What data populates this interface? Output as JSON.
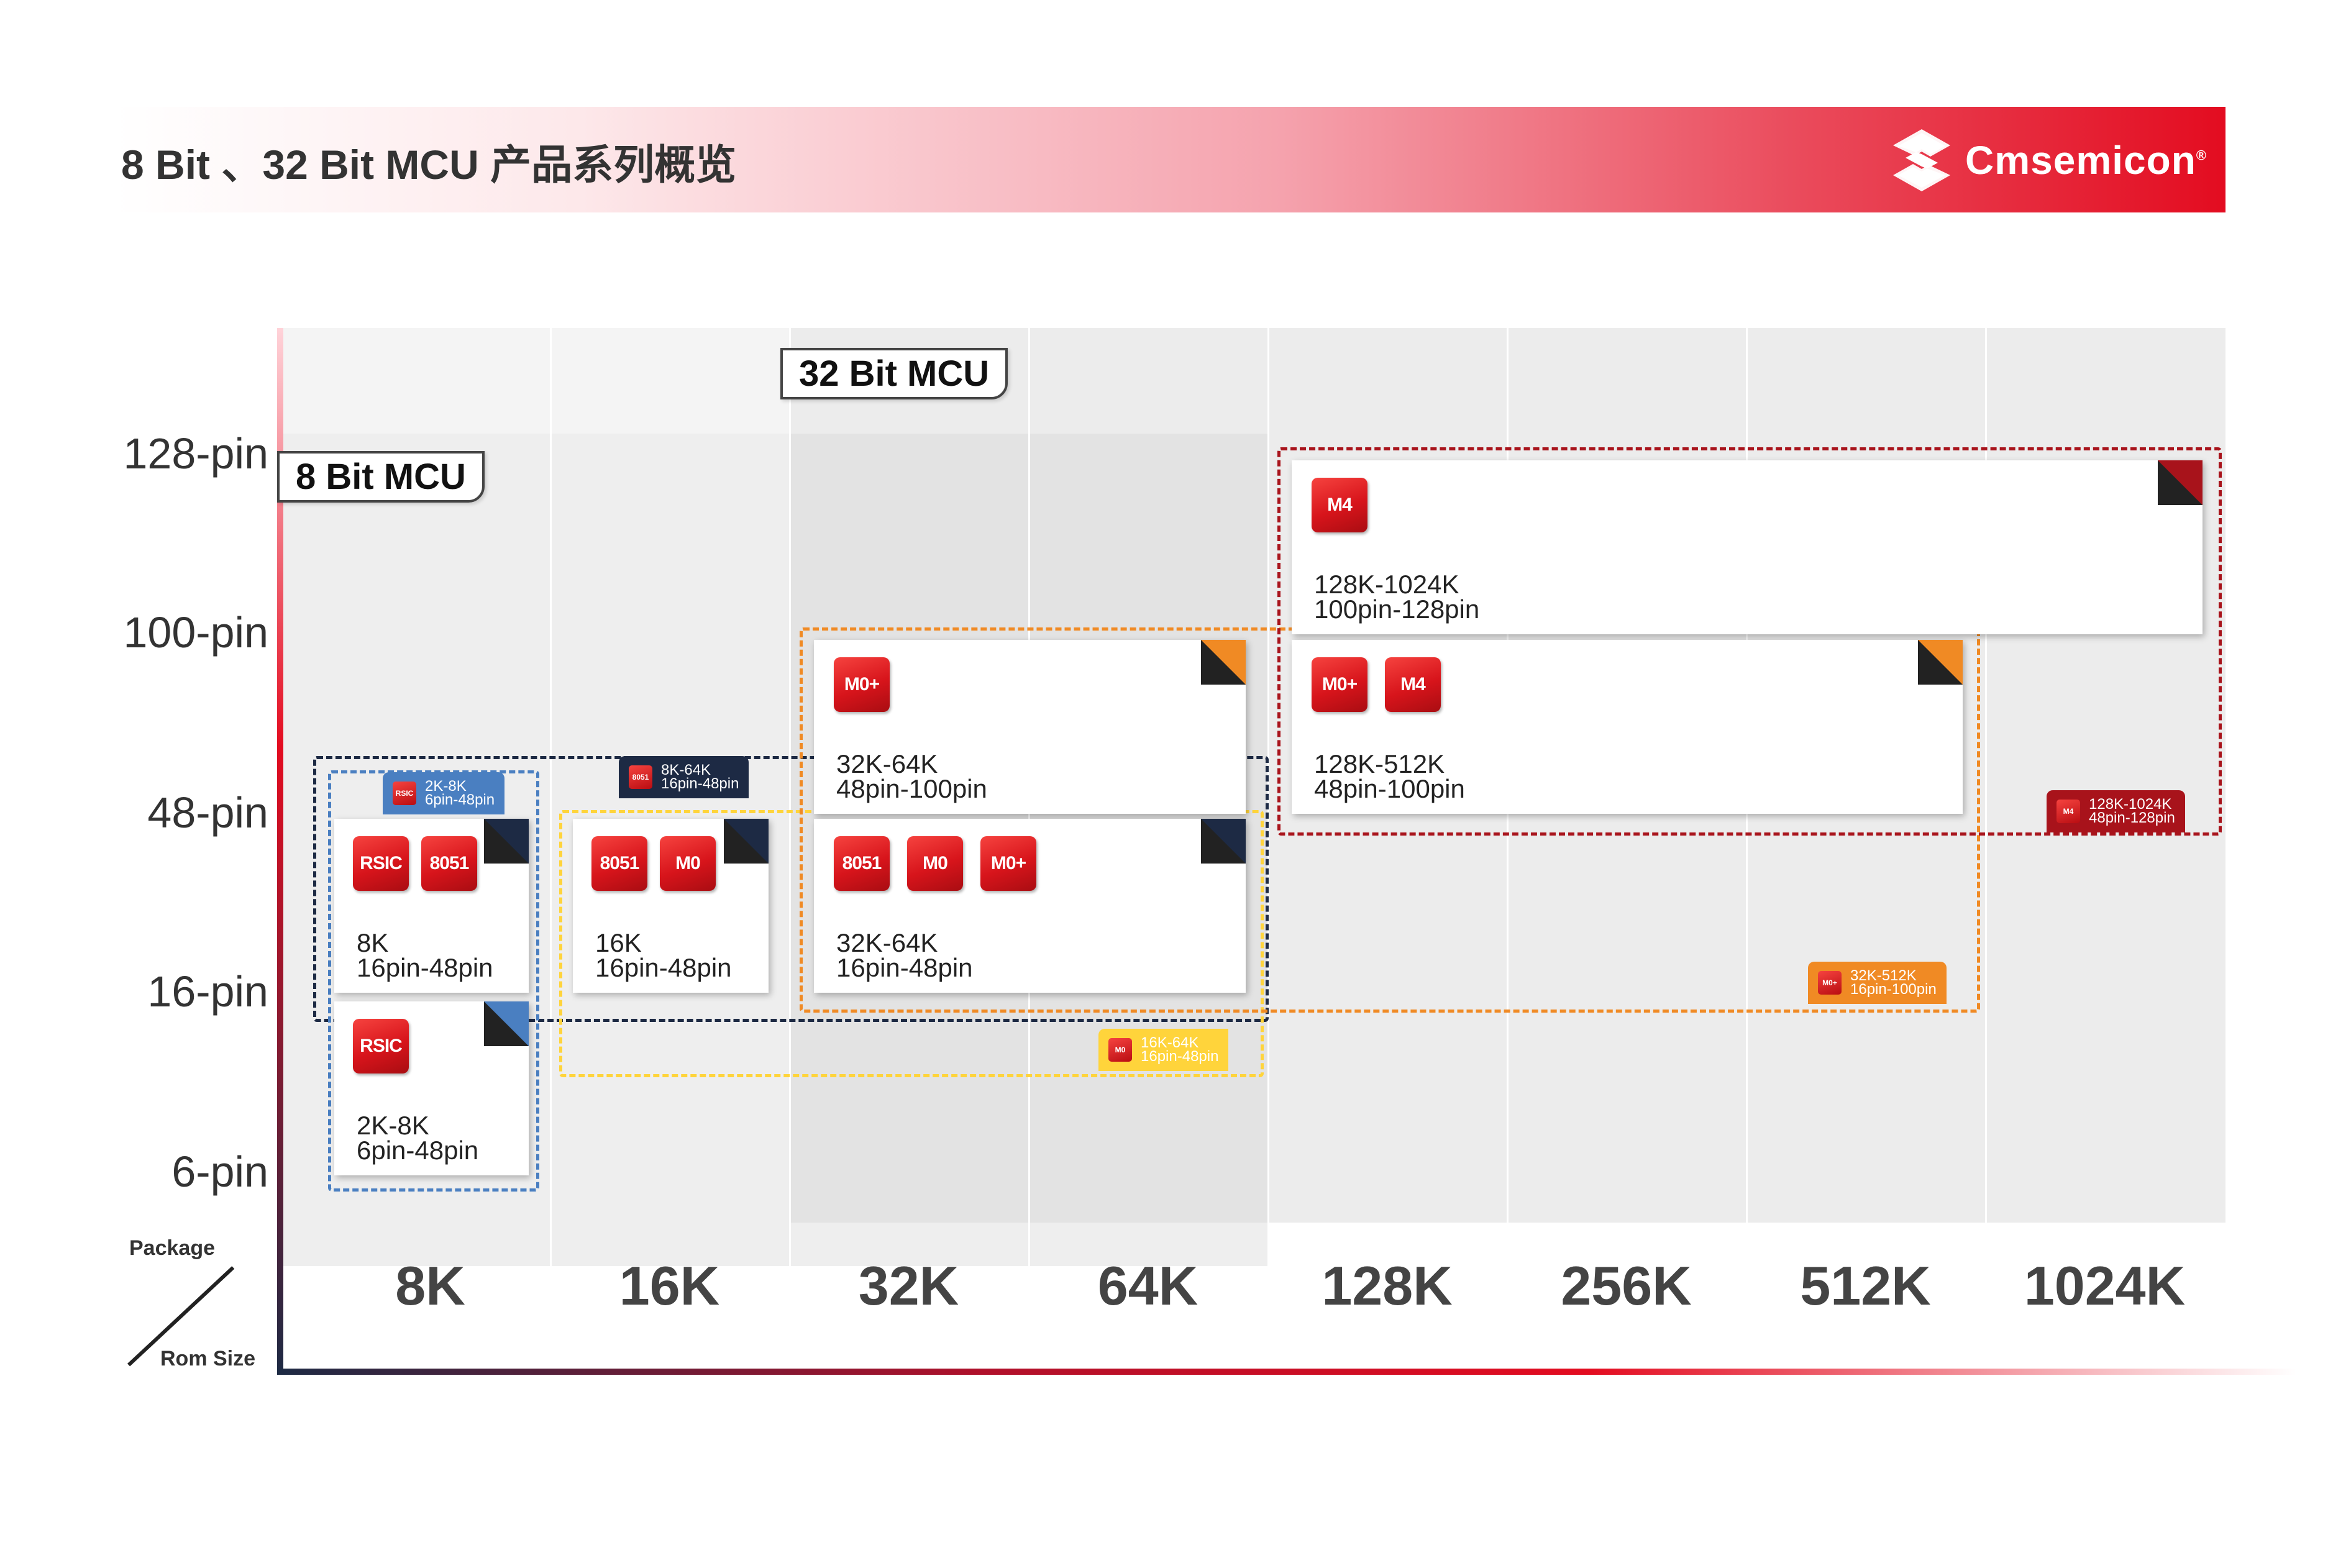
{
  "header": {
    "title": "8 Bit 、32 Bit MCU 产品系列概览",
    "logo_text": "Cmsemicon",
    "logo_mark": "®"
  },
  "tags": {
    "bit8": "8 Bit MCU",
    "bit32": "32 Bit MCU"
  },
  "axes": {
    "y_title": "Package",
    "x_title": "Rom Size",
    "y_ticks": [
      "128-pin",
      "100-pin",
      "48-pin",
      "16-pin",
      "6-pin"
    ],
    "x_ticks": [
      "8K",
      "16K",
      "32K",
      "64K",
      "128K",
      "256K",
      "512K",
      "1024K"
    ]
  },
  "cards": [
    {
      "chips": [
        "M4"
      ],
      "rom": "128K-1024K",
      "pins": "100pin-128pin"
    },
    {
      "chips": [
        "M0+"
      ],
      "rom": "32K-64K",
      "pins": "48pin-100pin"
    },
    {
      "chips": [
        "M0+",
        "M4"
      ],
      "rom": "128K-512K",
      "pins": "48pin-100pin"
    },
    {
      "chips": [
        "RSIC",
        "8051"
      ],
      "rom": "8K",
      "pins": "16pin-48pin"
    },
    {
      "chips": [
        "8051",
        "M0"
      ],
      "rom": "16K",
      "pins": "16pin-48pin"
    },
    {
      "chips": [
        "8051",
        "M0",
        "M0+"
      ],
      "rom": "32K-64K",
      "pins": "16pin-48pin"
    },
    {
      "chips": [
        "RSIC"
      ],
      "rom": "2K-8K",
      "pins": "6pin-48pin"
    }
  ],
  "badges": [
    {
      "chip": "RSIC",
      "rom": "2K-8K",
      "pins": "6pin-48pin"
    },
    {
      "chip": "8051",
      "rom": "8K-64K",
      "pins": "16pin-48pin"
    },
    {
      "chip": "M4",
      "rom": "128K-1024K",
      "pins": "48pin-128pin"
    },
    {
      "chip": "M0+",
      "rom": "32K-512K",
      "pins": "16pin-100pin"
    },
    {
      "chip": "M0",
      "rom": "16K-64K",
      "pins": "16pin-48pin"
    }
  ],
  "colors": {
    "brand_red": "#e30c20",
    "navy": "#1d2a44",
    "blue": "#4a7fc1",
    "yellow": "#ffd43b",
    "orange": "#f08a24",
    "dark_red": "#a8131b"
  }
}
